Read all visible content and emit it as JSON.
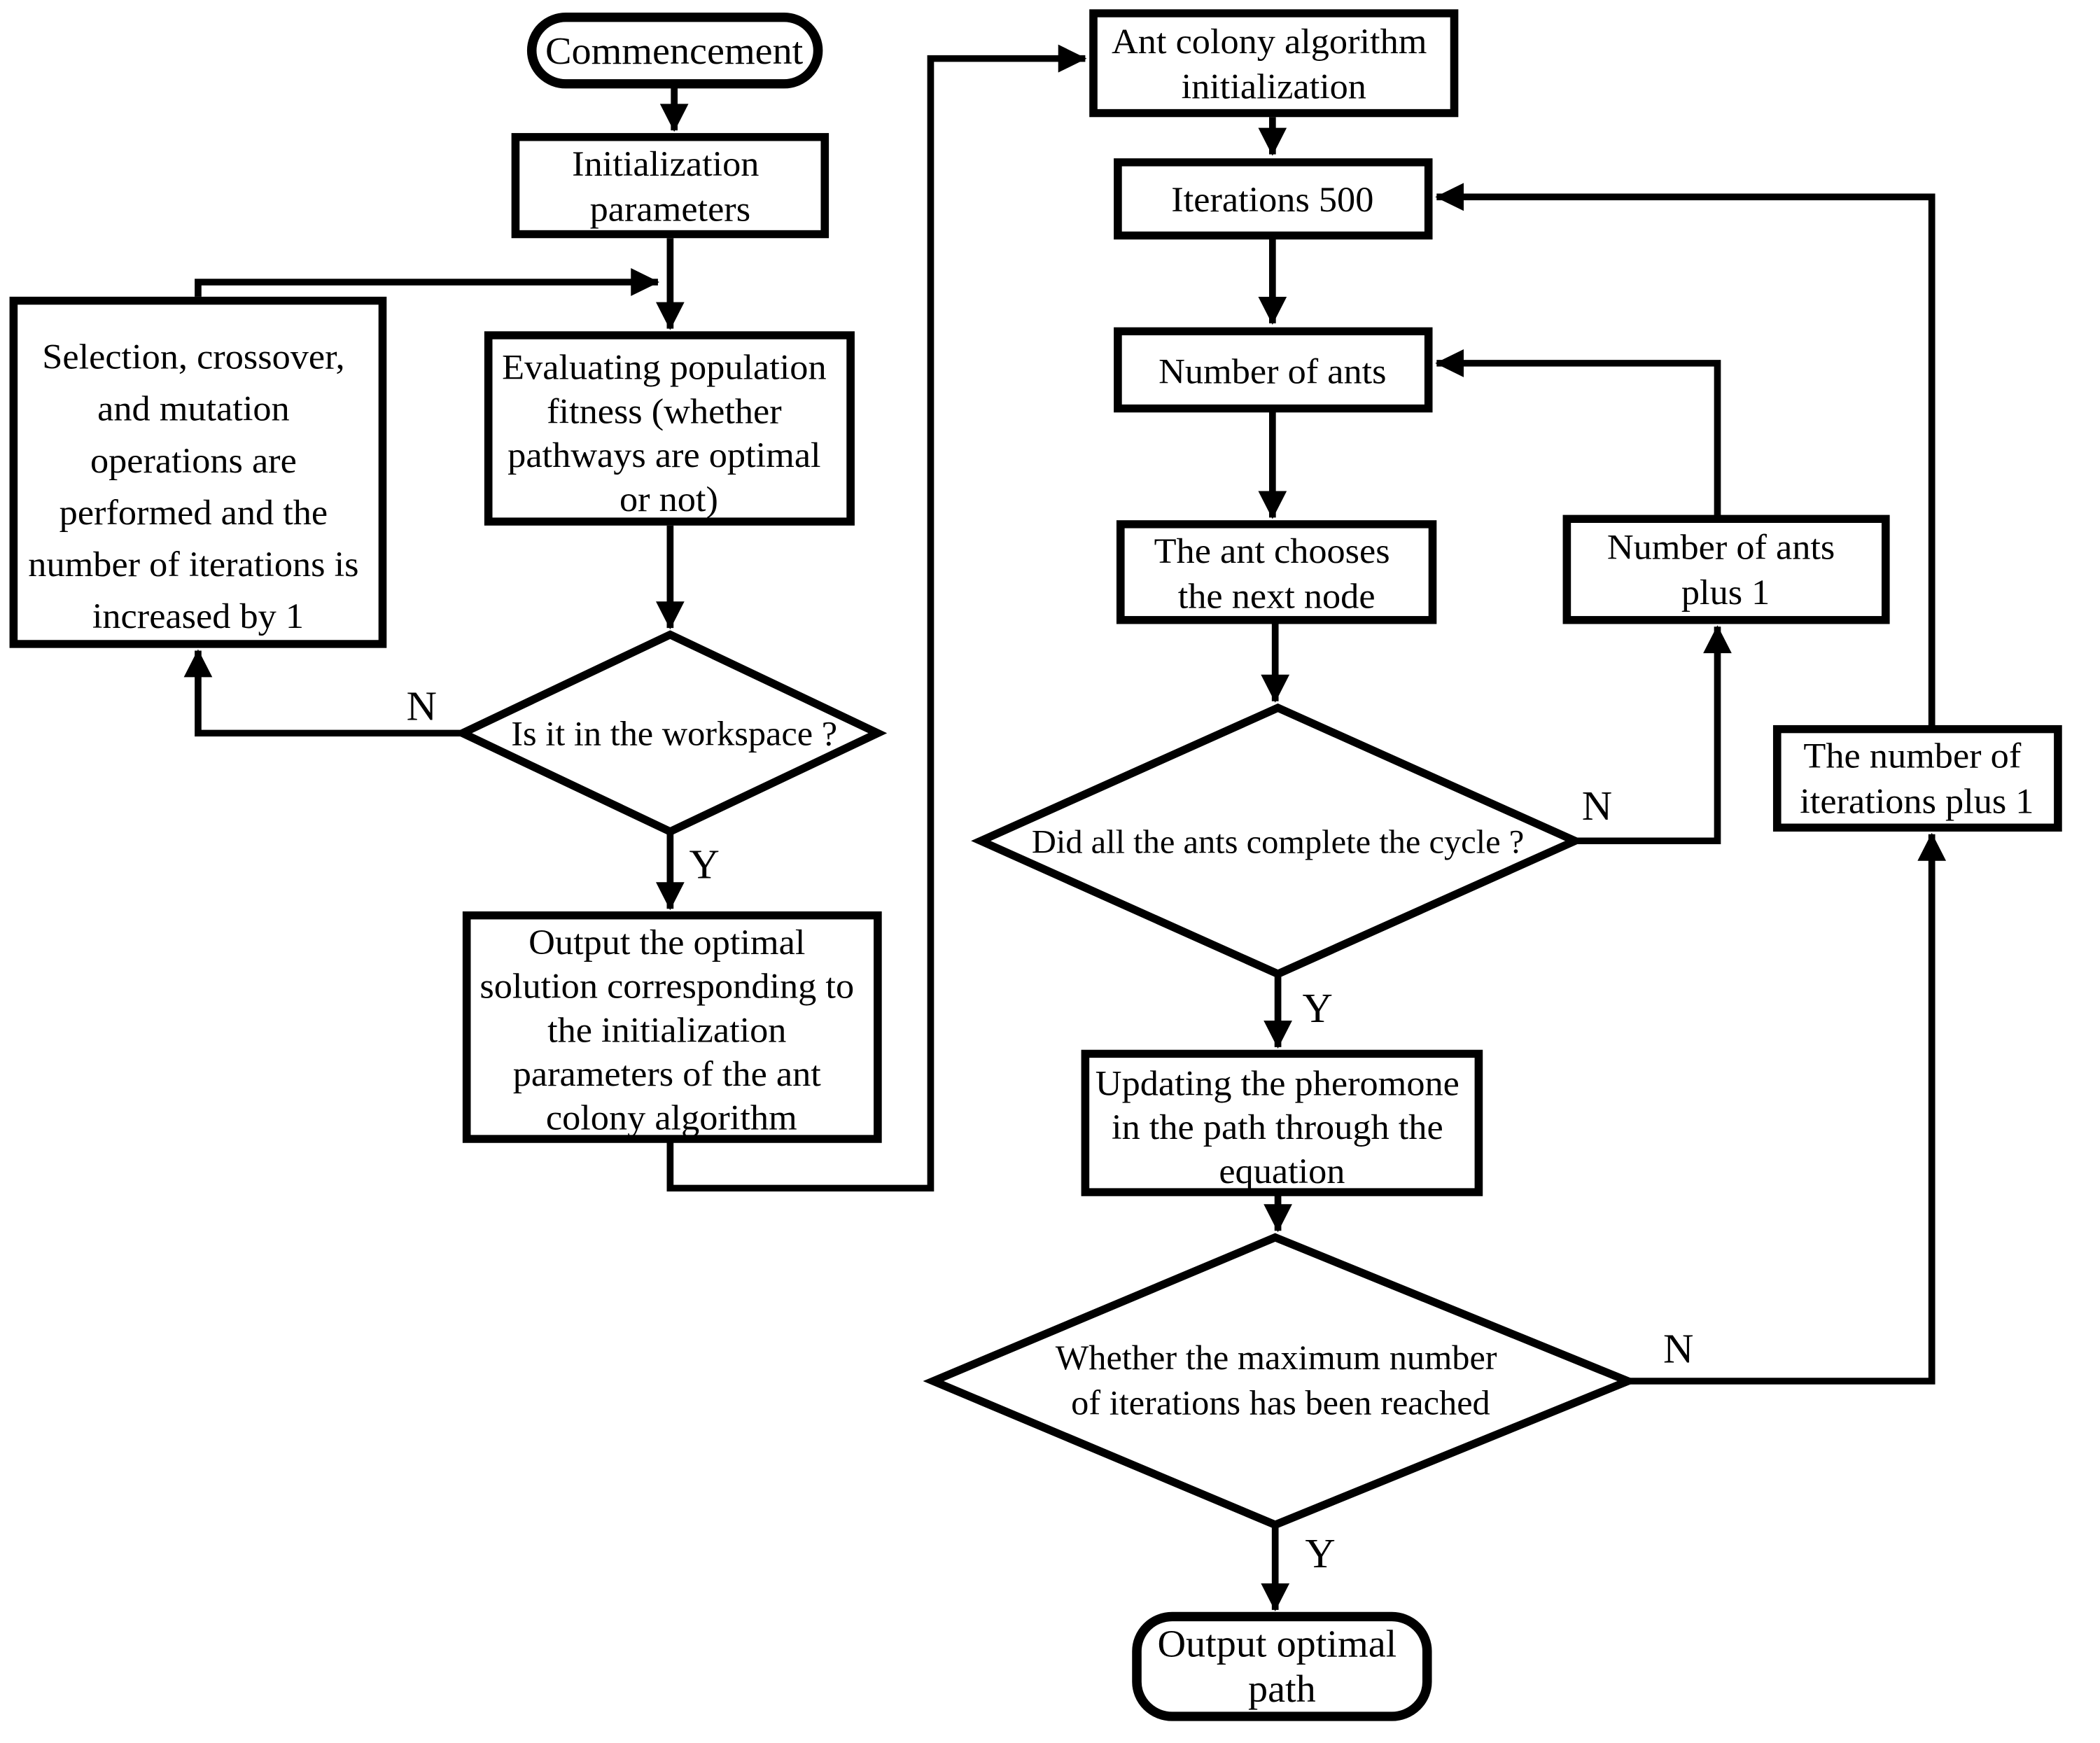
{
  "diagram": {
    "description": "Flowchart of genetic algorithm optimizing ant colony algorithm path planning",
    "colors": {
      "stroke": "#000000",
      "background": "#ffffff"
    },
    "nodes": {
      "commencement": {
        "label": "Commencement"
      },
      "init_params": {
        "lines": [
          "Initialization",
          "parameters"
        ]
      },
      "selection": {
        "lines": [
          "Selection, crossover,",
          "and mutation",
          "operations are",
          "performed and the",
          "number of iterations is",
          "increased by 1"
        ]
      },
      "evaluate": {
        "lines": [
          "Evaluating population",
          "fitness (whether",
          "pathways are optimal",
          "or not)"
        ]
      },
      "workspace_decision": {
        "label": "Is it in the workspace ?"
      },
      "output_solution": {
        "lines": [
          "Output the optimal",
          "solution corresponding to",
          "the initialization",
          "parameters of the ant",
          "colony algorithm"
        ]
      },
      "aco_init": {
        "lines": [
          "Ant colony algorithm",
          "initialization"
        ]
      },
      "iterations": {
        "label": "Iterations 500"
      },
      "num_ants": {
        "label": "Number of ants"
      },
      "choose_node": {
        "lines": [
          "The ant chooses",
          "the next node"
        ]
      },
      "cycle_decision": {
        "label": "Did all the ants complete the cycle ?"
      },
      "ants_plus1": {
        "lines": [
          "Number of ants",
          "plus 1"
        ]
      },
      "update_pheromone": {
        "lines": [
          "Updating the pheromone",
          "in the path through the",
          "equation"
        ]
      },
      "max_iter_decision": {
        "lines": [
          "Whether the maximum number",
          "of iterations has been reached"
        ]
      },
      "iter_plus1": {
        "lines": [
          "The number of",
          "iterations plus 1"
        ]
      },
      "output_path": {
        "lines": [
          "Output optimal",
          "path"
        ]
      }
    },
    "branch_labels": {
      "workspace_n": "N",
      "workspace_y": "Y",
      "cycle_n": "N",
      "cycle_y": "Y",
      "max_iter_n": "N",
      "max_iter_y": "Y"
    }
  }
}
